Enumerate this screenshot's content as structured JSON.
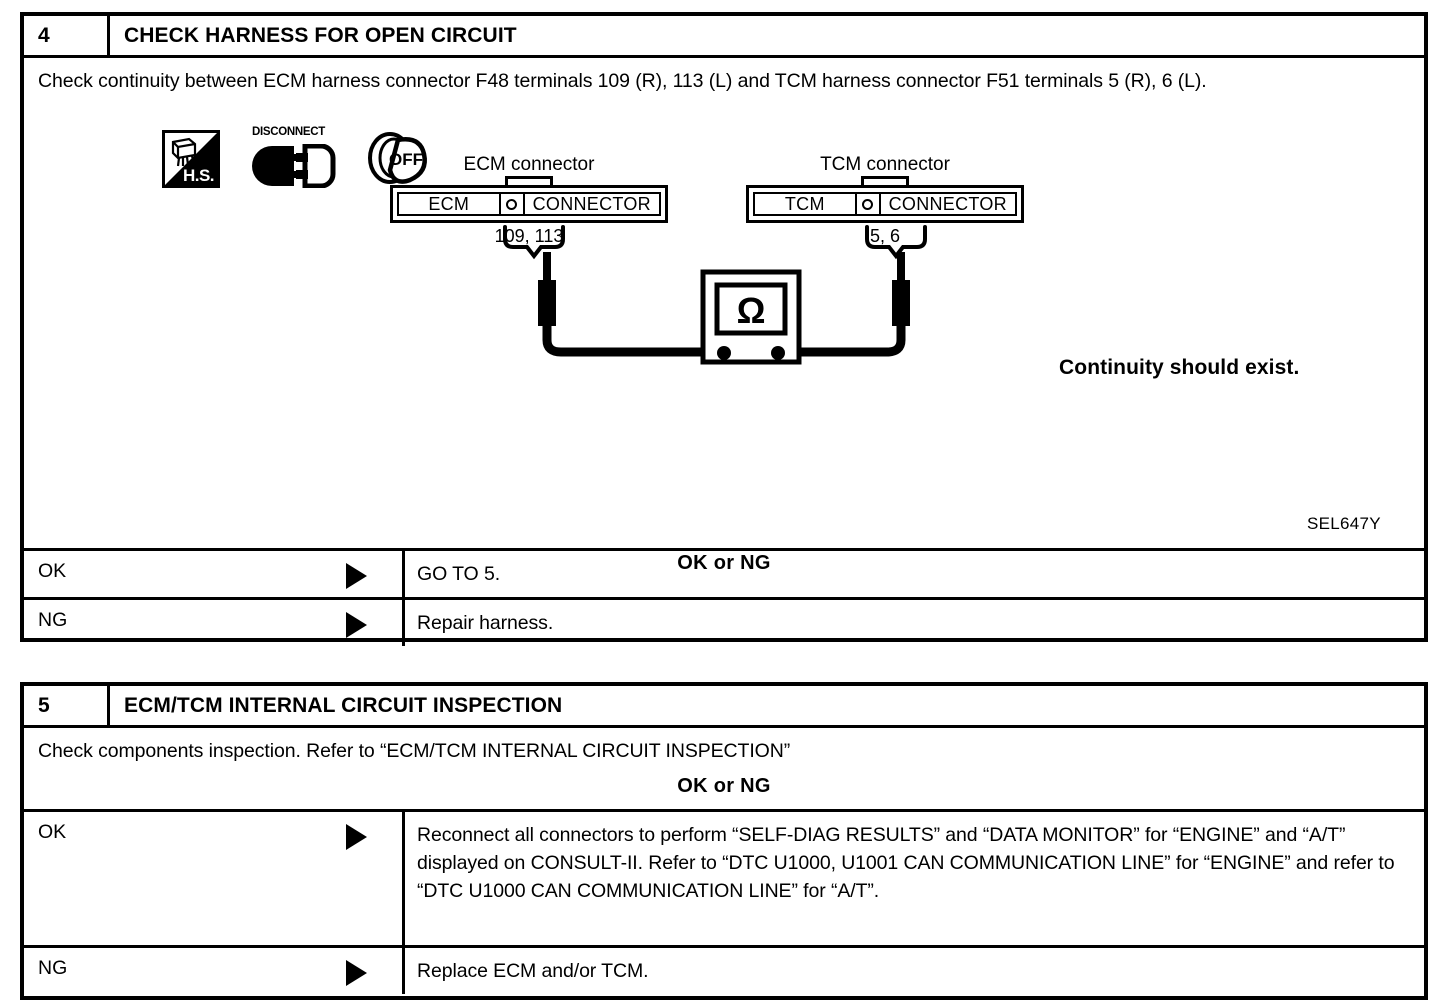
{
  "document": {
    "type": "diagnostic-procedure-flowchart",
    "figure_code": "SEL647Y"
  },
  "steps": [
    {
      "number": "4",
      "title": "CHECK HARNESS FOR OPEN CIRCUIT",
      "instruction": "Check continuity between ECM harness connector F48 terminals 109 (R), 113 (L) and TCM harness connector F51 terminals 5 (R), 6 (L).",
      "judgement": "OK or NG",
      "figure": {
        "icons": [
          {
            "name": "hand-start-icon",
            "label": "H.S."
          },
          {
            "name": "disconnect-icon",
            "label": "DISCONNECT"
          },
          {
            "name": "ignition-off-icon",
            "label": "OFF"
          }
        ],
        "connectors": [
          {
            "caption": "ECM connector",
            "name": "ECM",
            "word": "CONNECTOR",
            "terminals": "109, 113"
          },
          {
            "caption": "TCM connector",
            "name": "TCM",
            "word": "CONNECTOR",
            "terminals": "5, 6"
          }
        ],
        "meter": {
          "symbol": "Ω",
          "name": "ohmmeter"
        },
        "note": "Continuity should exist.",
        "code": "SEL647Y"
      },
      "results": [
        {
          "label": "OK",
          "action": "GO TO 5."
        },
        {
          "label": "NG",
          "action": "Repair harness."
        }
      ]
    },
    {
      "number": "5",
      "title": "ECM/TCM INTERNAL CIRCUIT INSPECTION",
      "instruction": "Check components inspection. Refer to “ECM/TCM INTERNAL CIRCUIT INSPECTION”",
      "judgement": "OK or NG",
      "results": [
        {
          "label": "OK",
          "action": "Reconnect all connectors to perform “SELF-DIAG RESULTS” and “DATA MONITOR” for “ENGINE” and “A/T” displayed on CONSULT-II. Refer to “DTC U1000, U1001 CAN COMMUNICATION LINE” for “ENGINE” and refer to “DTC U1000 CAN COMMUNICATION LINE” for “A/T”."
        },
        {
          "label": "NG",
          "action": "Replace ECM and/or TCM."
        }
      ]
    }
  ],
  "colors": {
    "ink": "#000000",
    "paper": "#ffffff"
  }
}
